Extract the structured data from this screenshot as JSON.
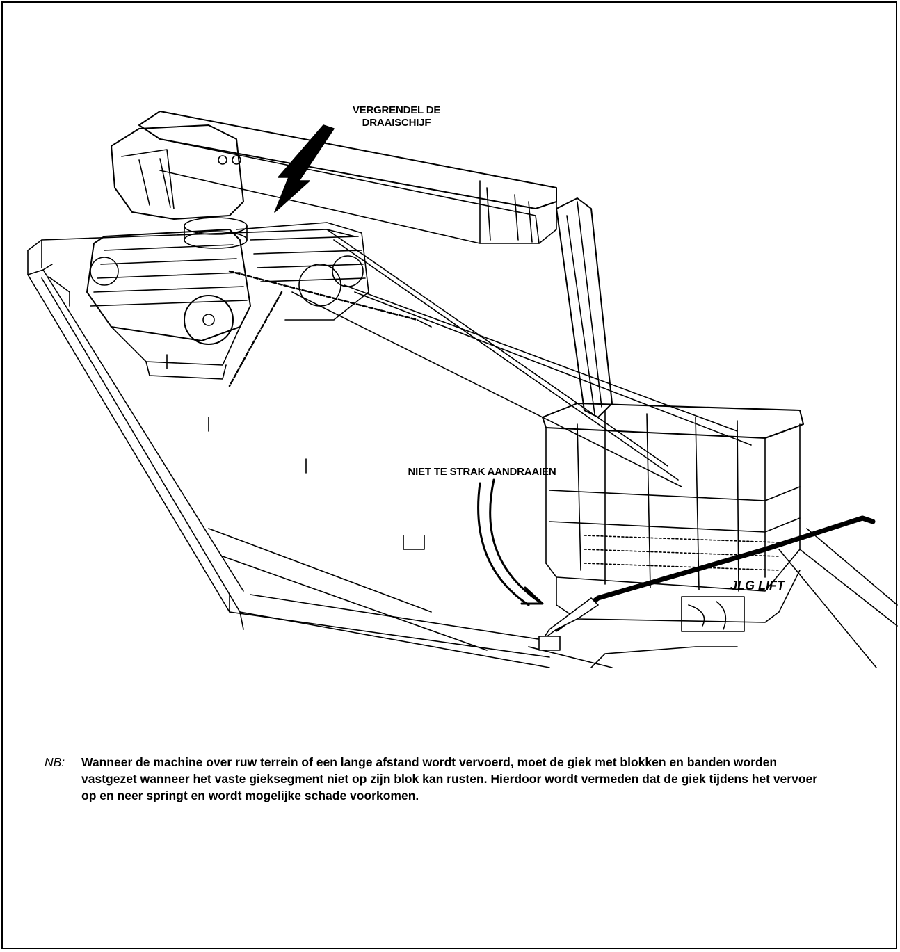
{
  "callouts": {
    "turntable_lock_line1": "VERGRENDEL DE",
    "turntable_lock_line2": "DRAAISCHIJF",
    "do_not_overtighten": "NIET TE STRAK AANDRAAIEN"
  },
  "platform_decal": "JLG LIFT",
  "note": {
    "label": "NB:",
    "text": "Wanneer de machine over ruw terrein of een lange afstand wordt vervoerd, moet de giek met blokken en banden worden vastgezet wanneer het vaste gieksegment niet op zijn blok kan rusten. Hierdoor wordt vermeden dat de giek tijdens het vervoer op en neer springt en wordt mogelijke schade voorkomen."
  }
}
